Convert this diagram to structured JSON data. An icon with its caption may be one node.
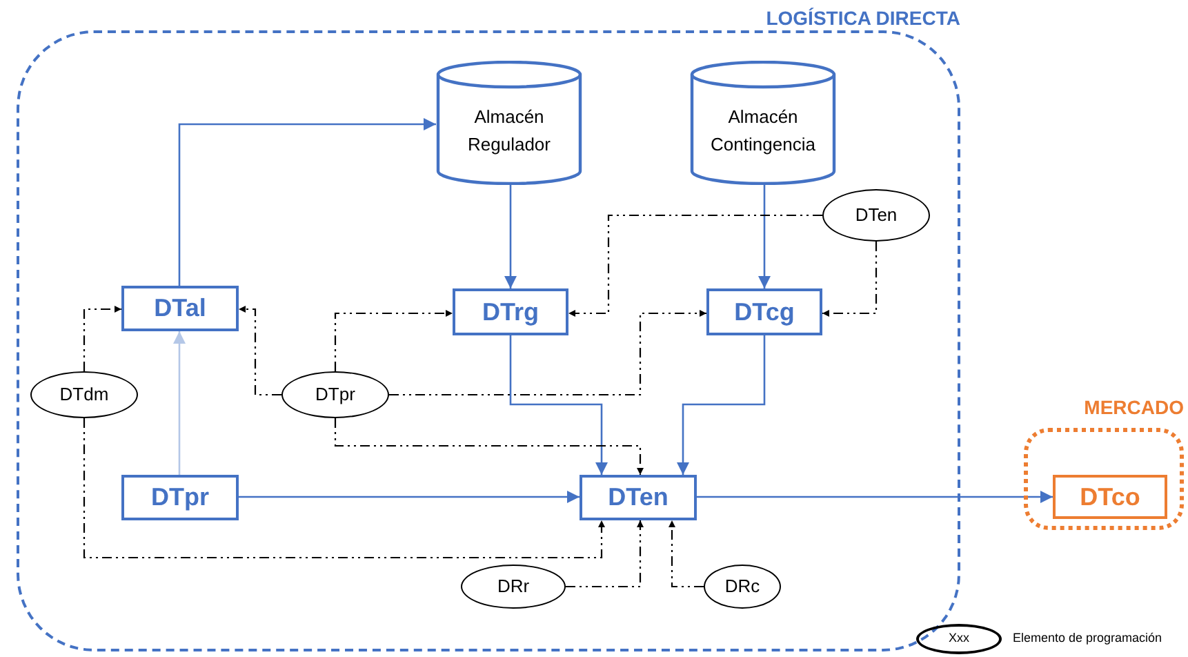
{
  "diagram": {
    "nodes": [
      {
        "text": [
          "LOGÍSTICA DIRECTA"
        ]
      },
      {
        "text": [
          "Almacén Regulador"
        ],
        "in": 0
      },
      {
        "text": [
          "Almacén Contingencia"
        ],
        "in": 0
      },
      {
        "text": [
          "DTal"
        ],
        "in": 0
      },
      {
        "text": [
          "DTrg"
        ],
        "in": 0
      },
      {
        "text": [
          "DTcg"
        ],
        "in": 0
      },
      {
        "text": [
          "DTen"
        ],
        "in": 0
      },
      {
        "text": [
          "DTdm"
        ],
        "in": 0
      },
      {
        "text": [
          "DTpr"
        ],
        "in": 0
      },
      {
        "text": [
          "DTpr"
        ],
        "in": 0
      },
      {
        "text": [
          "DTen"
        ],
        "in": 0
      },
      {
        "text": [
          "DRr"
        ],
        "in": 0
      },
      {
        "text": [
          "DRc"
        ],
        "in": 0
      },
      {
        "text": [
          "MERCADO"
        ]
      },
      {
        "text": [
          "DTco"
        ],
        "in": 13
      }
    ],
    "edges": [
      {
        "from": 3,
        "to": 1,
        "arrow": "to",
        "color": "#4472c4"
      },
      {
        "from": 9,
        "to": 3,
        "arrow": "to",
        "color": "#b4c7e7"
      },
      {
        "from": 1,
        "to": 4,
        "arrow": "to",
        "color": "#4472c4"
      },
      {
        "from": 2,
        "to": 5,
        "arrow": "to",
        "color": "#4472c4"
      },
      {
        "from": 4,
        "to": 10,
        "arrow": "to",
        "color": "#4472c4"
      },
      {
        "from": 5,
        "to": 10,
        "arrow": "to",
        "color": "#4472c4"
      },
      {
        "from": 9,
        "to": 10,
        "arrow": "to",
        "color": "#4472c4"
      },
      {
        "from": 10,
        "to": 14,
        "arrow": "to",
        "color": "#4472c4"
      },
      {
        "from": 7,
        "to": 3,
        "arrow": "to",
        "style": "dashed"
      },
      {
        "from": 7,
        "to": 10,
        "arrow": "to",
        "style": "dashed"
      },
      {
        "from": 8,
        "to": 3,
        "arrow": "to",
        "style": "dashed"
      },
      {
        "from": 8,
        "to": 4,
        "arrow": "to",
        "style": "dashed"
      },
      {
        "from": 8,
        "to": 5,
        "arrow": "to",
        "style": "dashed"
      },
      {
        "from": 8,
        "to": 10,
        "arrow": "to",
        "style": "dashed"
      },
      {
        "from": 6,
        "to": 4,
        "arrow": "to",
        "style": "dashed"
      },
      {
        "from": 6,
        "to": 5,
        "arrow": "to",
        "style": "dashed"
      },
      {
        "from": 11,
        "to": 10,
        "arrow": "to",
        "style": "dashed"
      },
      {
        "from": 12,
        "to": 10,
        "arrow": "to",
        "style": "dashed"
      }
    ],
    "labels": [
      "Xxx"
    ],
    "legend": [
      {
        "text": "Elemento de programación"
      }
    ]
  }
}
